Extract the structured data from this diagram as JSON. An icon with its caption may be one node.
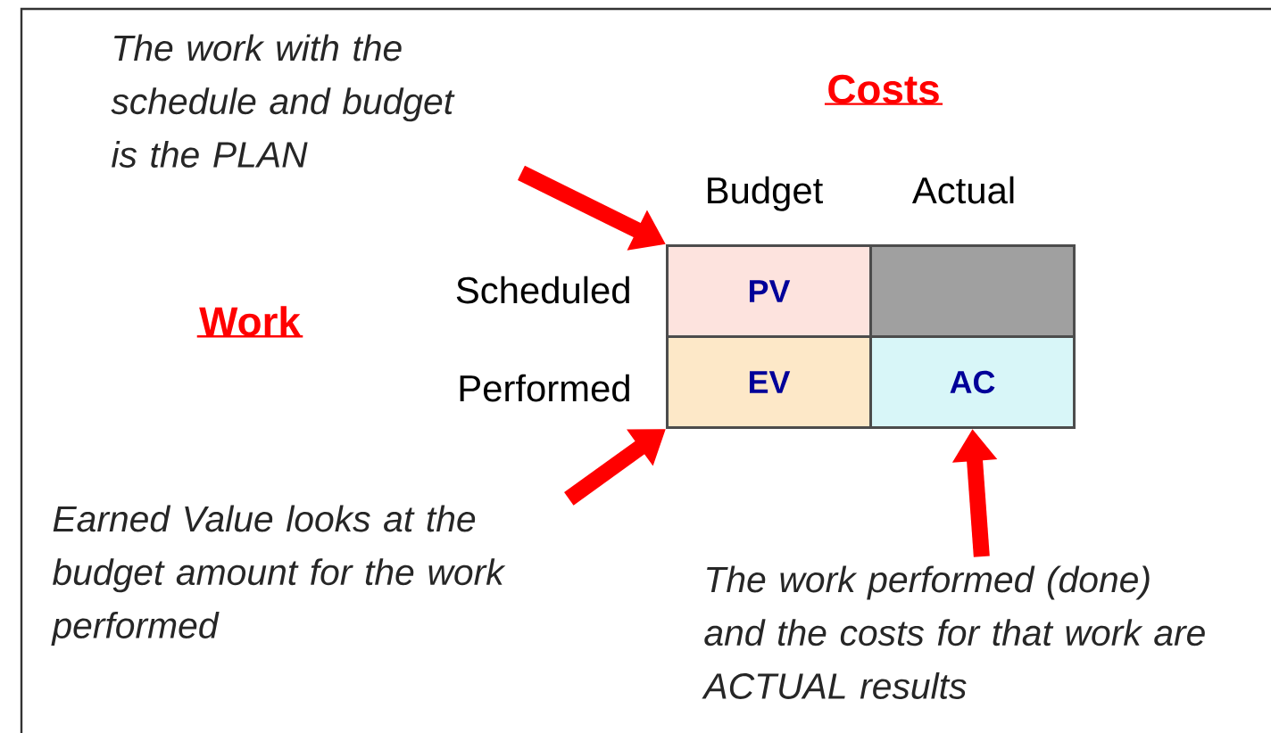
{
  "diagram": {
    "nodes": [
      {
        "text": [
          "The work with the schedule and budget is the PLAN"
        ]
      },
      {
        "text": [
          "Earned Value looks at the budget amount for the work performed"
        ]
      },
      {
        "text": [
          "The work performed (done) and the costs for that work are ACTUAL results"
        ]
      },
      {
        "text": [
          "PV"
        ]
      },
      {
        "text": [],
        "shape": "box"
      },
      {
        "text": [
          "EV"
        ]
      },
      {
        "text": [
          "AC"
        ]
      }
    ],
    "edges": [
      {
        "from": 0,
        "to": 3,
        "arrow": "to"
      },
      {
        "from": 1,
        "to": 5,
        "arrow": "to"
      },
      {
        "from": 2,
        "to": 6,
        "arrow": "to"
      }
    ],
    "labels": [
      "Costs",
      "Budget",
      "Actual",
      "Work",
      "Scheduled",
      "Performed"
    ]
  }
}
